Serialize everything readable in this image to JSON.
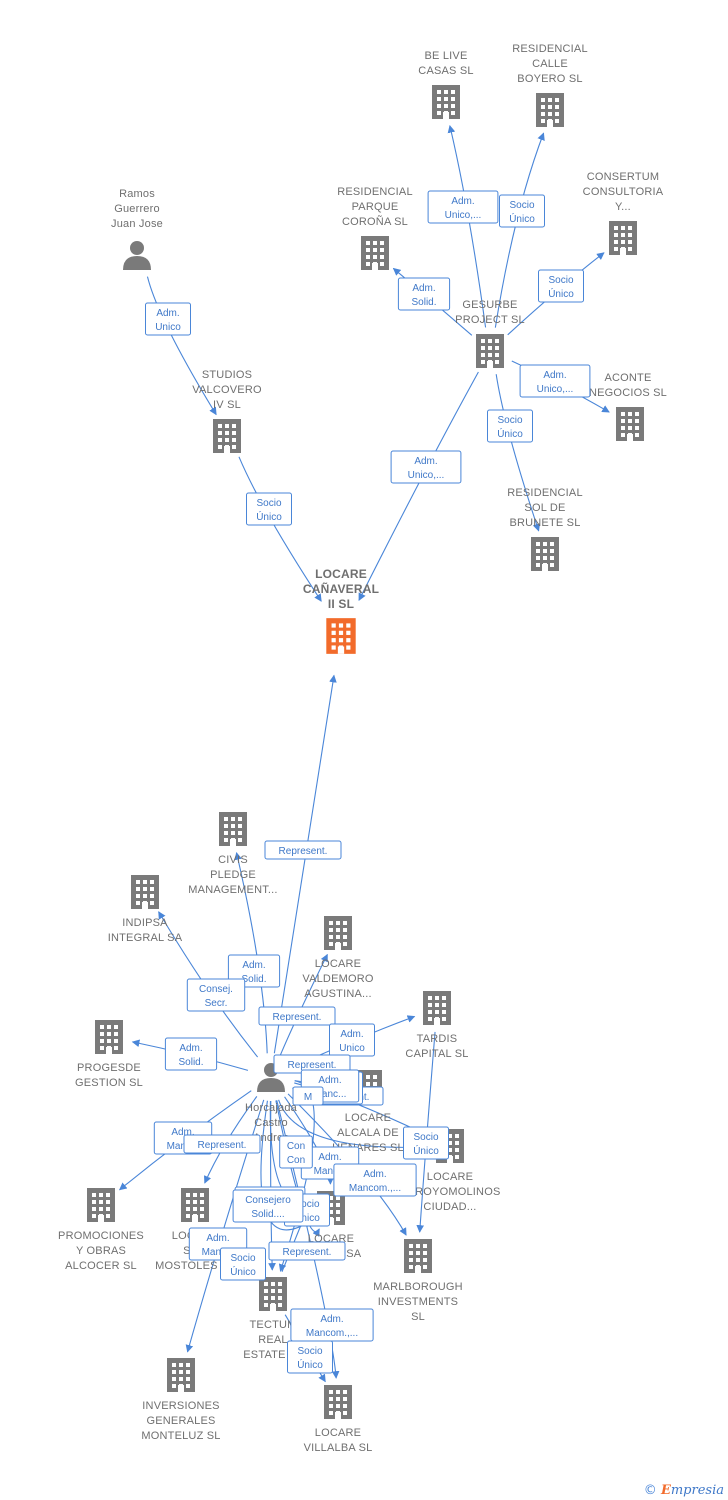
{
  "footer": {
    "copyright": "©",
    "brand_initial": "E",
    "brand_rest": "mpresia"
  },
  "nodes": [
    {
      "id": "locare_canaveral",
      "kind": "company",
      "main": true,
      "lines": [
        "LOCARE",
        "CAÑAVERAL",
        "II  SL"
      ]
    },
    {
      "id": "ramos",
      "kind": "person",
      "lines": [
        "Ramos",
        "Guerrero",
        "Juan Jose"
      ]
    },
    {
      "id": "studios_valcovero",
      "kind": "company",
      "lines": [
        "STUDIOS",
        "VALCOVERO",
        "IV  SL"
      ]
    },
    {
      "id": "be_live",
      "kind": "company",
      "lines": [
        "BE LIVE",
        "CASAS  SL"
      ]
    },
    {
      "id": "res_calle_boyero",
      "kind": "company",
      "lines": [
        "RESIDENCIAL",
        "CALLE",
        "BOYERO  SL"
      ]
    },
    {
      "id": "consertum",
      "kind": "company",
      "lines": [
        "CONSERTUM",
        "CONSULTORIA",
        "Y..."
      ]
    },
    {
      "id": "res_parque_corona",
      "kind": "company",
      "lines": [
        "RESIDENCIAL",
        "PARQUE",
        "COROÑA  SL"
      ]
    },
    {
      "id": "gesurbe",
      "kind": "company",
      "lines": [
        "GESURBE",
        "PROJECT SL"
      ]
    },
    {
      "id": "aconte",
      "kind": "company",
      "lines": [
        "ACONTE",
        "NEGOCIOS  SL"
      ]
    },
    {
      "id": "res_sol_brunete",
      "kind": "company",
      "lines": [
        "RESIDENCIAL",
        "SOL DE",
        "BRUNETE  SL"
      ]
    },
    {
      "id": "civis",
      "kind": "company",
      "lines": [
        "CIVIS",
        "PLEDGE",
        "MANAGEMENT..."
      ]
    },
    {
      "id": "indipsa",
      "kind": "company",
      "lines": [
        "INDIPSA",
        "INTEGRAL SA"
      ]
    },
    {
      "id": "locare_valdemoro",
      "kind": "company",
      "lines": [
        "LOCARE",
        "VALDEMORO",
        "AGUSTINA..."
      ]
    },
    {
      "id": "tardis",
      "kind": "company",
      "lines": [
        "TARDIS",
        "CAPITAL  SL"
      ]
    },
    {
      "id": "progesde",
      "kind": "company",
      "lines": [
        "PROGESDE",
        "GESTION  SL"
      ]
    },
    {
      "id": "horcajada",
      "kind": "person",
      "lines": [
        "Horcajada",
        "Castro",
        "Andres"
      ]
    },
    {
      "id": "locare_alcala",
      "kind": "company",
      "lines": [
        "LOCARE",
        "ALCALA DE",
        "HENARES  SL"
      ]
    },
    {
      "id": "locare_arroyomolinos",
      "kind": "company",
      "lines": [
        "LOCARE",
        "ARROYOMOLINOS",
        "CIUDAD..."
      ]
    },
    {
      "id": "promociones",
      "kind": "company",
      "lines": [
        "PROMOCIONES",
        "Y OBRAS",
        "ALCOCER SL"
      ]
    },
    {
      "id": "locare_mostoles",
      "kind": "company",
      "lines": [
        "LOCARE",
        "SUR",
        "MOSTOLES SL"
      ]
    },
    {
      "id": "locare_estate",
      "kind": "company",
      "lines": [
        "LOCARE",
        "ESTATE SA"
      ]
    },
    {
      "id": "marlborough",
      "kind": "company",
      "lines": [
        "MARLBOROUGH",
        "INVESTMENTS",
        "SL"
      ]
    },
    {
      "id": "tectum",
      "kind": "company",
      "lines": [
        "TECTUM",
        "REAL",
        "ESTATE SL"
      ]
    },
    {
      "id": "inversiones",
      "kind": "company",
      "lines": [
        "INVERSIONES",
        "GENERALES",
        "MONTELUZ SL"
      ]
    },
    {
      "id": "locare_villalba",
      "kind": "company",
      "lines": [
        "LOCARE",
        "VILLALBA  SL"
      ]
    }
  ],
  "edges": [
    {
      "from": "ramos",
      "to": "studios_valcovero",
      "label": [
        "Adm.",
        "Unico"
      ]
    },
    {
      "from": "studios_valcovero",
      "to": "locare_canaveral",
      "label": [
        "Socio",
        "Único"
      ]
    },
    {
      "from": "gesurbe",
      "to": "locare_canaveral",
      "label": [
        "Adm.",
        "Unico,..."
      ]
    },
    {
      "from": "gesurbe",
      "to": "be_live",
      "label": [
        "Adm.",
        "Unico,..."
      ]
    },
    {
      "from": "gesurbe",
      "to": "res_calle_boyero",
      "label": [
        "Socio",
        "Único"
      ]
    },
    {
      "from": "gesurbe",
      "to": "consertum",
      "label": [
        "Socio",
        "Único"
      ]
    },
    {
      "from": "gesurbe",
      "to": "res_parque_corona",
      "label": [
        "Adm.",
        "Solid."
      ]
    },
    {
      "from": "gesurbe",
      "to": "aconte",
      "label": [
        "Adm.",
        "Unico,..."
      ]
    },
    {
      "from": "gesurbe",
      "to": "res_sol_brunete",
      "label": [
        "Socio",
        "Único"
      ]
    },
    {
      "from": "horcajada",
      "to": "locare_canaveral",
      "label": [
        "Represent."
      ]
    },
    {
      "from": "horcajada",
      "to": "civis",
      "label": [
        "Adm.",
        "Solid."
      ]
    },
    {
      "from": "horcajada",
      "to": "indipsa",
      "label": [
        "Consej.",
        "Secr."
      ]
    },
    {
      "from": "horcajada",
      "to": "locare_valdemoro",
      "label": [
        "Represent."
      ]
    },
    {
      "from": "horcajada",
      "to": "tardis",
      "label": [
        "Adm.",
        "Unico"
      ]
    },
    {
      "from": "horcajada",
      "to": "progesde",
      "label": [
        "Adm.",
        "Solid."
      ]
    },
    {
      "from": "horcajada",
      "to": "locare_alcala",
      "label": [
        "Represent."
      ]
    },
    {
      "from": "horcajada",
      "to": "locare_arroyomolinos",
      "label": [
        "Represent."
      ]
    },
    {
      "from": "horcajada",
      "to": "promociones",
      "label": [
        "Adm.",
        "Manc..."
      ]
    },
    {
      "from": "horcajada",
      "to": "locare_mostoles",
      "label": [
        "Represent."
      ]
    },
    {
      "from": "horcajada",
      "to": "locare_estate",
      "label": [
        "Adm.",
        "Manc..."
      ]
    },
    {
      "from": "horcajada",
      "to": "marlborough",
      "label": [
        "Adm.",
        "Mancom.,..."
      ]
    },
    {
      "from": "tardis",
      "to": "marlborough",
      "label": [
        "Socio",
        "Único"
      ]
    },
    {
      "from": "horcajada",
      "to": "tectum",
      "label": [
        "Consejero"
      ]
    },
    {
      "from": "horcajada",
      "to": "inversiones",
      "label": [
        "Adm.",
        "Manc..."
      ]
    },
    {
      "from": "horcajada",
      "to": "locare_villalba",
      "label": [
        "Adm.",
        "Mancom.,..."
      ]
    },
    {
      "from": "tectum",
      "to": "locare_villalba",
      "label": [
        "Socio",
        "Único"
      ]
    },
    {
      "from": "tectum",
      "to": "locare_estate",
      "label": [
        "Socio",
        "Único"
      ]
    },
    {
      "from": "horcajada",
      "to": "locare_estate",
      "label": [
        "Represent."
      ]
    },
    {
      "from": "horcajada",
      "to": "locare_estate",
      "label": [
        "Socio",
        "Único"
      ]
    },
    {
      "from": "horcajada",
      "to": "tectum",
      "label": [
        "Socio",
        "Único"
      ]
    },
    {
      "from": "horcajada",
      "to": "locare_alcala",
      "label": [
        "Adm.",
        "Manc..."
      ]
    },
    {
      "from": "horcajada",
      "to": "locare_estate",
      "label": [
        "Consejero",
        "Solid...."
      ]
    },
    {
      "from": "horcajada",
      "to": "locare_arroyomolinos",
      "label": [
        "Con",
        "Con"
      ]
    },
    {
      "from": "horcajada",
      "to": "locare_alcala",
      "label": [
        "M"
      ]
    }
  ],
  "colors": {
    "edge": "#4a86d8",
    "building": "#7a7a7a",
    "main_building": "#f26b2b",
    "person": "#7a7a7a"
  }
}
